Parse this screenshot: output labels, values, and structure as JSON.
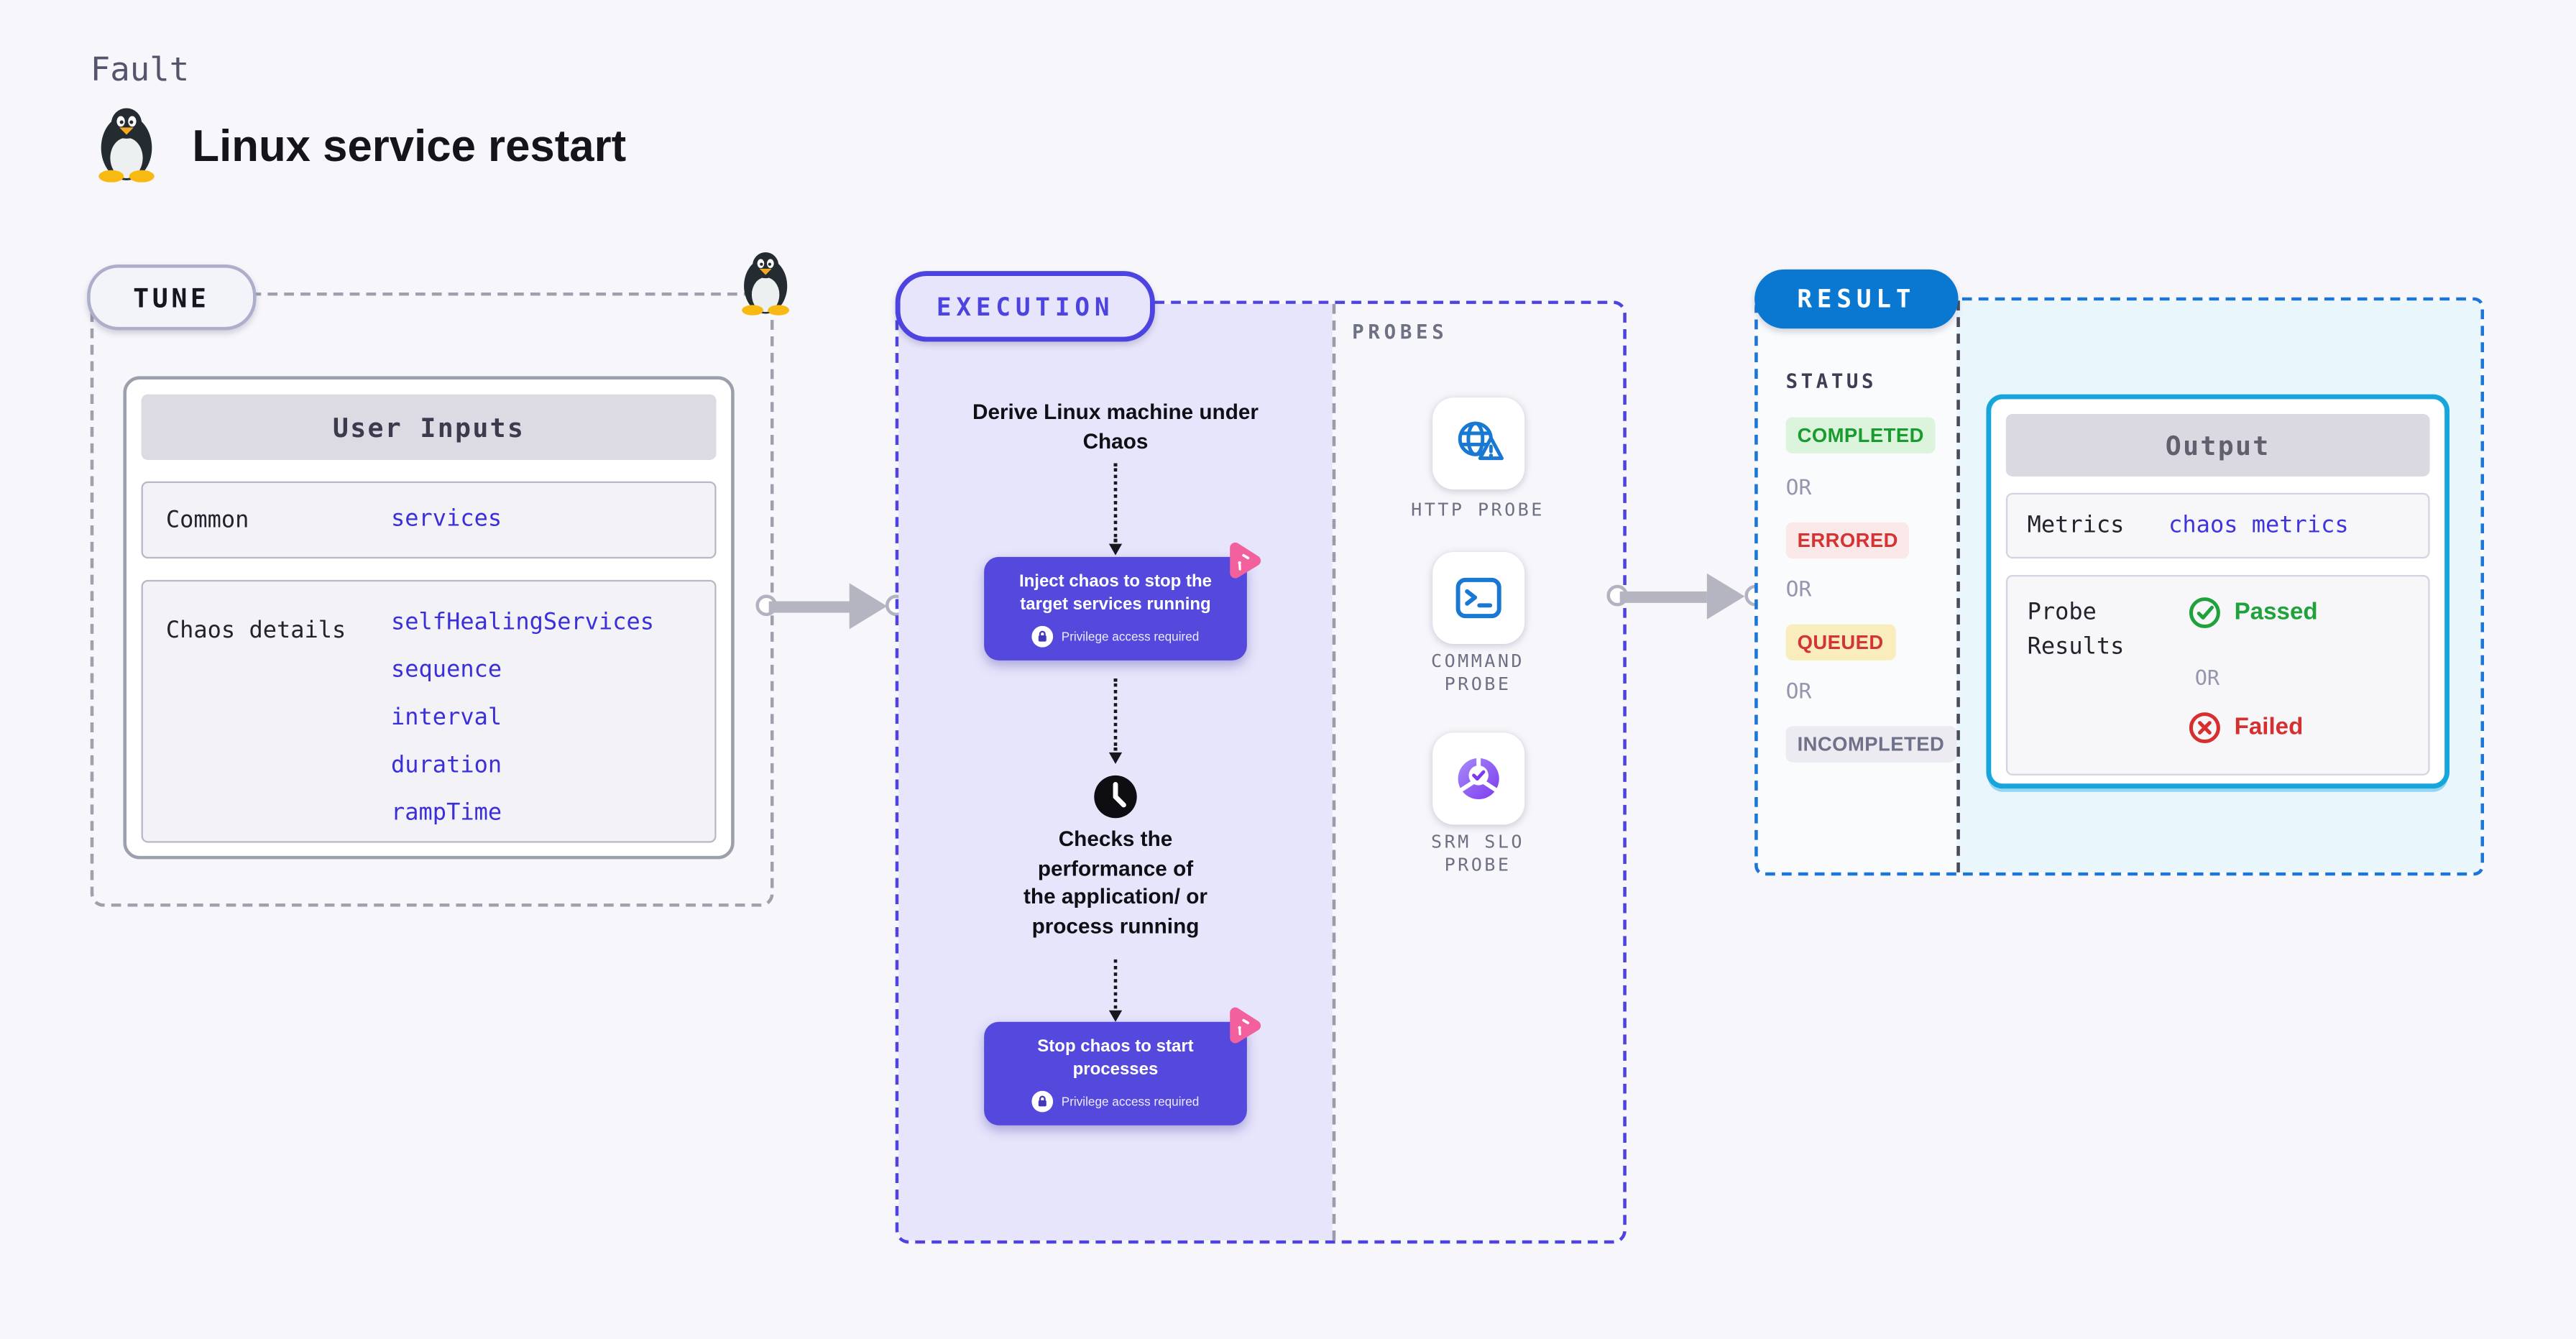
{
  "page": {
    "kicker": "Fault",
    "title": "Linux service restart"
  },
  "colors": {
    "page_bg": "#F7F7FB",
    "indigo_accent": "#4D43E0",
    "execution_fill": "#E7E5FB",
    "chaos_box_bg": "#5449DC",
    "value_blue": "#3B2FD9",
    "pink_logo": "#F2609E",
    "probe_blue": "#1878D2",
    "slo_purple": "#7C3AED",
    "result_badge_blue": "#0A78D0",
    "result_border_blue": "#1C76D9",
    "output_border_cyan": "#17A6DC",
    "output_area_cyan": "#E9F6FC",
    "completed_green": "#189B2F",
    "errored_red": "#D43434",
    "queued_bg": "#FAEDBD",
    "incompleted_gray": "#6F7189",
    "passed_green": "#1FA23C",
    "failed_red": "#D62F2F",
    "arrow_gray": "#B5B5C2"
  },
  "tune": {
    "badge": "TUNE",
    "user_inputs": {
      "header": "User Inputs",
      "rows": [
        {
          "label": "Common",
          "values": [
            "services"
          ]
        },
        {
          "label": "Chaos details",
          "values": [
            "selfHealingServices",
            "sequence",
            "interval",
            "duration",
            "rampTime"
          ]
        }
      ]
    }
  },
  "execution": {
    "badge": "EXECUTION",
    "step_derive": "Derive Linux machine under Chaos",
    "inject_box": {
      "title": "Inject chaos to stop the target services running",
      "note": "Privilege access required"
    },
    "step_check": "Checks the\nperformance of\nthe application/ or\nprocess running",
    "stop_box": {
      "title": "Stop chaos to start processes",
      "note": "Privilege access required"
    }
  },
  "probes": {
    "label": "PROBES",
    "items": [
      {
        "name": "HTTP PROBE"
      },
      {
        "name": "COMMAND PROBE"
      },
      {
        "name": "SRM SLO PROBE"
      }
    ]
  },
  "result": {
    "badge": "RESULT",
    "status": {
      "label": "STATUS",
      "separator": "OR",
      "badges": [
        {
          "text": "COMPLETED"
        },
        {
          "text": "ERRORED"
        },
        {
          "text": "QUEUED"
        },
        {
          "text": "INCOMPLETED"
        }
      ]
    },
    "output": {
      "header": "Output",
      "metrics_label": "Metrics",
      "metrics_value": "chaos metrics",
      "probe_results_label": "Probe Results",
      "passed": "Passed",
      "separator": "OR",
      "failed": "Failed"
    }
  }
}
